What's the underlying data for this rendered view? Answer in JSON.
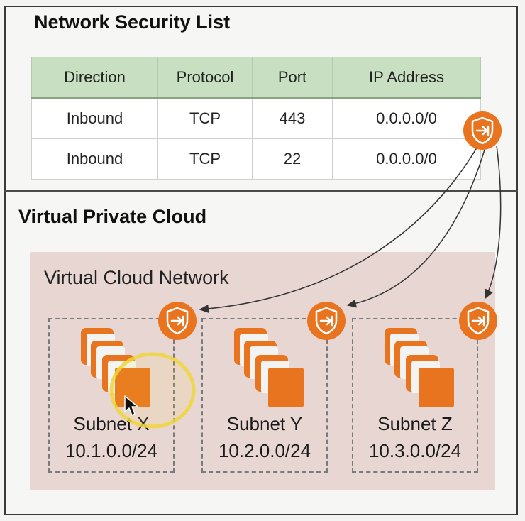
{
  "security_list": {
    "title": "Network Security List",
    "headers": [
      "Direction",
      "Protocol",
      "Port",
      "IP Address"
    ],
    "rows": [
      [
        "Inbound",
        "TCP",
        "443",
        "0.0.0.0/0"
      ],
      [
        "Inbound",
        "TCP",
        "22",
        "0.0.0.0/0"
      ]
    ]
  },
  "vpc": {
    "title": "Virtual Private Cloud",
    "vcn_label": "Virtual Cloud Network",
    "subnets": [
      {
        "name": "Subnet X",
        "cidr": "10.1.0.0/24"
      },
      {
        "name": "Subnet Y",
        "cidr": "10.2.0.0/24"
      },
      {
        "name": "Subnet Z",
        "cidr": "10.3.0.0/24"
      }
    ]
  },
  "icons": {
    "security_list_icon": "shield-arrow-icon",
    "subnet_icon": "stacked-instances-icon",
    "cursor": "mouse-pointer-icon"
  },
  "colors": {
    "accent_orange": "#e8741f",
    "header_green": "#c8dfc2",
    "vcn_background": "#e8d6d3",
    "highlight_yellow": "#f0d63a"
  }
}
